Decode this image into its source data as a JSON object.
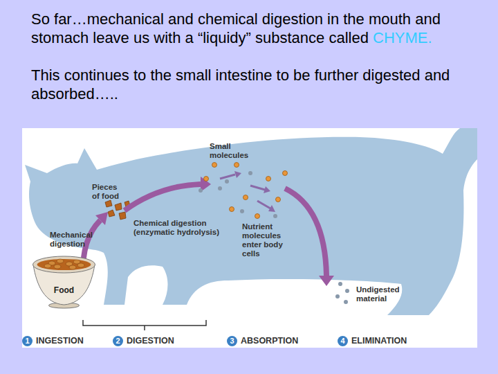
{
  "diagram": {
    "nodes": [
      {
        "text": [
          "Food"
        ]
      },
      {
        "text": [
          "1",
          "INGESTION"
        ]
      },
      {
        "text": [
          "2",
          "DIGESTION"
        ]
      },
      {
        "text": [
          "3",
          "ABSORPTION"
        ]
      },
      {
        "text": [
          "4",
          "ELIMINATION"
        ]
      }
    ],
    "labels": [
      "So far…mechanical and chemical digestion in the mouth and stomach leave us with a “liquidy” substance called",
      "CHYME.",
      "This continues to the small intestine to be further digested and absorbed…..",
      "Small molecules",
      "Pieces of food",
      "Mechanical digestion",
      "Chemical digestion (enzymatic hydrolysis)",
      "Nutrient molecules enter body cells",
      "Undigested material"
    ]
  }
}
